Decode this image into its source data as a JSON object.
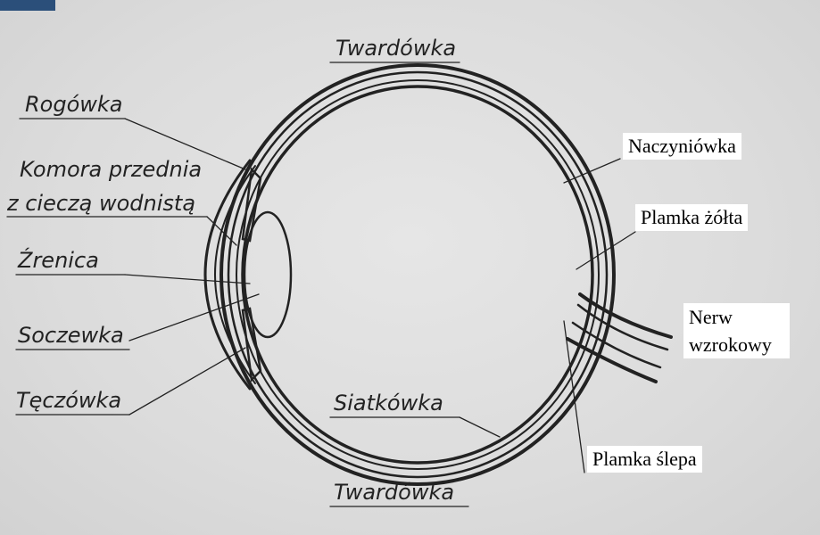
{
  "labels": {
    "twardowka_top": "Twardówka",
    "rogowka": "Rogówka",
    "komora_line1": "Komora przednia",
    "komora_line2": "z cieczą wodnistą",
    "zrenica": "Źrenica",
    "soczewka": "Soczewka",
    "teczowka": "Tęczówka",
    "siatkowka": "Siatkówka",
    "twardowka_bottom": "Twardówka",
    "naczyniowka": "Naczyniówka",
    "plamka_zolta": "Plamka żółta",
    "nerw_line1": "Nerw",
    "nerw_line2": "wzrokowy",
    "plamka_slepa": "Plamka ślepa"
  },
  "colors": {
    "ink": "#222222",
    "paper": "#dedede",
    "label_box": "#ffffff",
    "corner_mark": "#2b4f7a"
  }
}
